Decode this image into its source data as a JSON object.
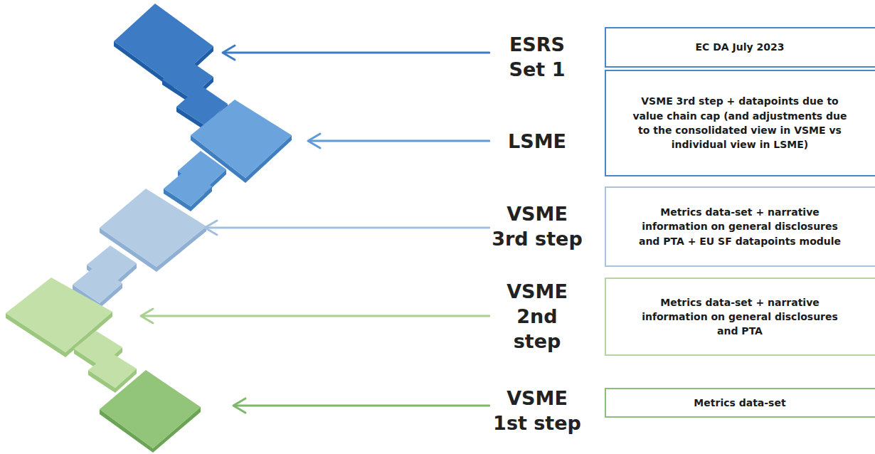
{
  "diagram": {
    "nodes": [
      {
        "text": [
          "EC DA July 2023"
        ]
      },
      {
        "text": [
          "VSME 3rd step + datapoints due to value chain cap (and adjustments due to the consolidated view in VSME vs individual view in LSME)"
        ]
      },
      {
        "text": [
          "Metrics data-set + narrative information on general disclosures and PTA + EU SF datapoints module"
        ]
      },
      {
        "text": [
          "Metrics data-set + narrative information on general disclosures and PTA"
        ]
      },
      {
        "text": [
          "Metrics data-set"
        ]
      }
    ],
    "labels": [
      "ESRS Set 1",
      "LSME",
      "VSME 3rd step",
      "VSME 2nd step",
      "VSME 1st step"
    ]
  }
}
